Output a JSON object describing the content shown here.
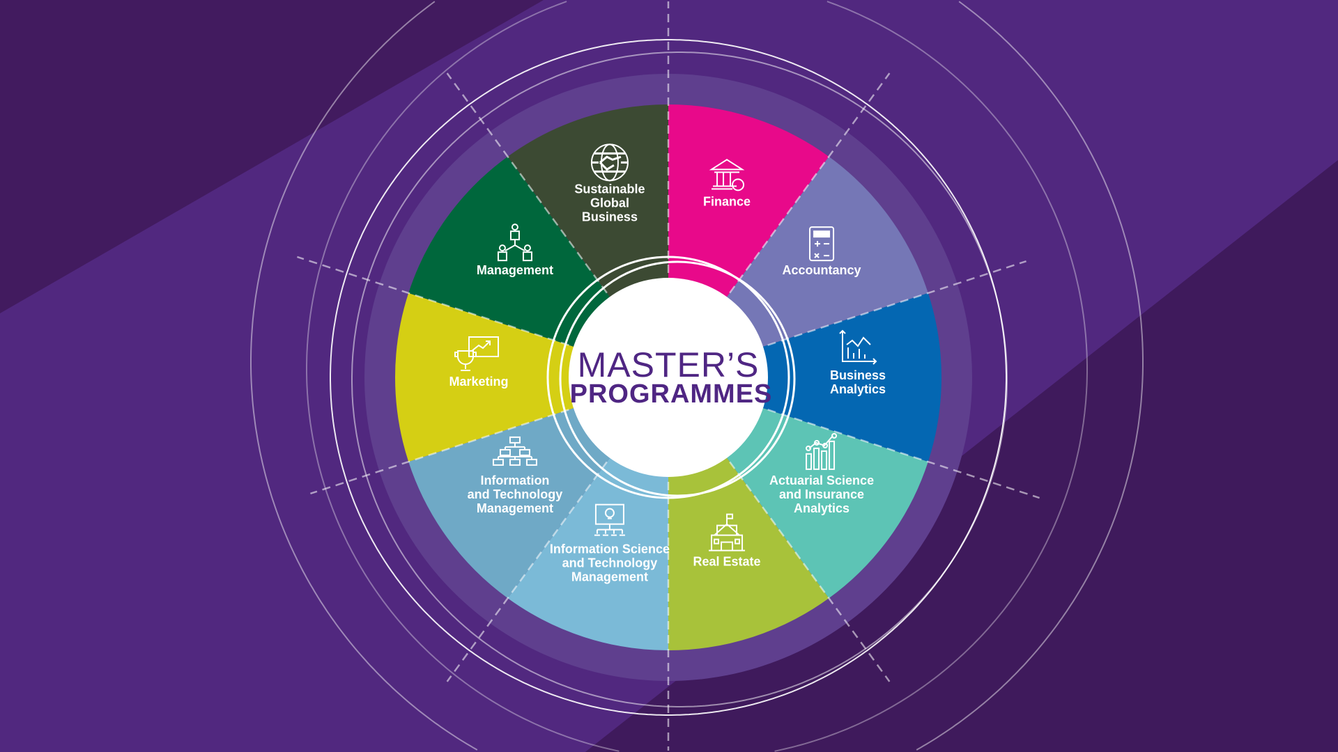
{
  "title": {
    "line1": "MASTER’S",
    "line2": "PROGRAMMES"
  },
  "colors": {
    "background": "#421b5f",
    "band": "#51287f",
    "ring": "#5f3f8e",
    "title": "#4f2683"
  },
  "segments": [
    {
      "icon": "bank-percent-icon",
      "label_lines": [
        "Finance"
      ],
      "color": "#e8098a"
    },
    {
      "icon": "calculator-icon",
      "label_lines": [
        "Accountancy"
      ],
      "color": "#7577b6"
    },
    {
      "icon": "chart-analytics-icon",
      "label_lines": [
        "Business",
        "Analytics"
      ],
      "color": "#0467b2"
    },
    {
      "icon": "bar-line-chart-icon",
      "label_lines": [
        "Actuarial Science",
        "and Insurance",
        "Analytics"
      ],
      "color": "#5dc4b5"
    },
    {
      "icon": "building-icon",
      "label_lines": [
        "Real Estate"
      ],
      "color": "#a8c23a"
    },
    {
      "icon": "presentation-bulb-icon",
      "label_lines": [
        "Information Science",
        "and Technology",
        "Management"
      ],
      "color": "#7bbad7"
    },
    {
      "icon": "hierarchy-icon",
      "label_lines": [
        "Information",
        "and Technology",
        "Management"
      ],
      "color": "#6fa9c6"
    },
    {
      "icon": "trophy-board-icon",
      "label_lines": [
        "Marketing"
      ],
      "color": "#d5cf14"
    },
    {
      "icon": "team-hierarchy-icon",
      "label_lines": [
        "Management"
      ],
      "color": "#00673c"
    },
    {
      "icon": "globe-handshake-icon",
      "label_lines": [
        "Sustainable",
        "Global",
        "Business"
      ],
      "color": "#3c4a33"
    }
  ]
}
